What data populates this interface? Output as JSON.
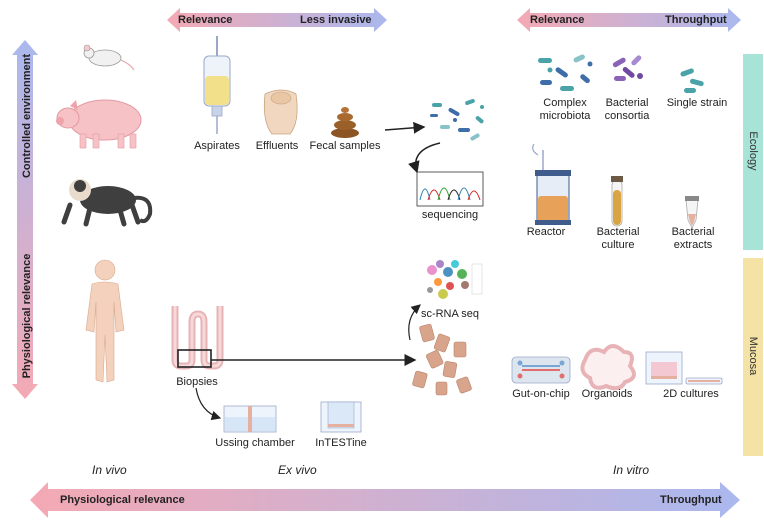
{
  "arrows": {
    "top_left": {
      "left": "Relevance",
      "right": "Less invasive"
    },
    "top_right": {
      "left": "Relevance",
      "right": "Throughput"
    },
    "left_vertical": {
      "top": "Controlled environment",
      "bottom": "Physiological relevance"
    },
    "bottom": {
      "left": "Physiological relevance",
      "right": "Throughput"
    }
  },
  "sections": {
    "in_vivo": "In vivo",
    "ex_vivo": "Ex vivo",
    "in_vitro": "In vitro"
  },
  "side_bars": {
    "ecology": "Ecology",
    "mucosa": "Mucosa"
  },
  "sampling": {
    "aspirates": "Aspirates",
    "effluents": "Effluents",
    "fecal": "Fecal samples"
  },
  "sequencing": "sequencing",
  "scrna": "sc-RNA seq",
  "biopsies": "Biopsies",
  "ussing": "Ussing chamber",
  "intestine": "InTESTine",
  "ecology_items": {
    "complex": "Complex\nmicrobiota",
    "consortia": "Bacterial\nconsortia",
    "single": "Single strain",
    "reactor": "Reactor",
    "culture": "Bacterial\nculture",
    "extracts": "Bacterial\nextracts"
  },
  "mucosa_items": {
    "gut_chip": "Gut-on-chip",
    "organoids": "Organoids",
    "cultures2d": "2D cultures"
  },
  "colors": {
    "pink": "#f4a9b4",
    "blue": "#aab8ee",
    "ecology": "#a7e3d6",
    "mucosa": "#f4e3a5"
  }
}
